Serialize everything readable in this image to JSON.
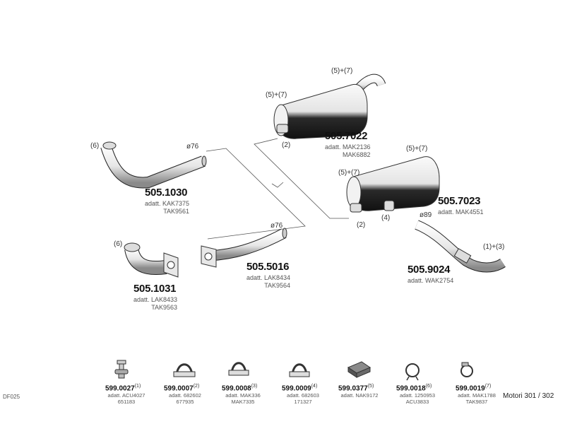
{
  "diagram_code": "DF025",
  "footer_note": "Motori 301 / 302",
  "parts": [
    {
      "number": "505.1030",
      "sub": [
        "adatt. KAK7375",
        "TAK9561"
      ],
      "callouts": [
        "(6)",
        "ø76"
      ]
    },
    {
      "number": "505.1031",
      "sub": [
        "adatt. LAK8433",
        "TAK9563"
      ],
      "callouts": [
        "(6)"
      ]
    },
    {
      "number": "505.5016",
      "sub": [
        "adatt. LAK8434",
        "TAK9564"
      ],
      "callouts": [
        "ø76"
      ]
    },
    {
      "number": "505.7022",
      "sub": [
        "adatt. MAK2136",
        "MAK6882"
      ],
      "callouts": [
        "(5)+(7)",
        "(5)+(7)",
        "(2)"
      ]
    },
    {
      "number": "505.7023",
      "sub": [
        "adatt. MAK4551"
      ],
      "callouts": [
        "(5)+(7)",
        "(5)+(7)",
        "(2)",
        "(4)"
      ]
    },
    {
      "number": "505.9024",
      "sub": [
        "adatt. WAK2754"
      ],
      "callouts": [
        "ø89",
        "(1)+(3)"
      ]
    }
  ],
  "hardware": [
    {
      "number": "599.0027",
      "ref": "(1)",
      "sub": [
        "adatt. ACU4027",
        "651183"
      ],
      "icon": "bolt-icon"
    },
    {
      "number": "599.0007",
      "ref": "(2)",
      "sub": [
        "adatt. 682602",
        "677935"
      ],
      "icon": "u-clamp-icon"
    },
    {
      "number": "599.0008",
      "ref": "(3)",
      "sub": [
        "adatt. MAK336",
        "MAK7335"
      ],
      "icon": "u-clamp-icon"
    },
    {
      "number": "599.0009",
      "ref": "(4)",
      "sub": [
        "adatt. 682603",
        "171327"
      ],
      "icon": "u-clamp-icon"
    },
    {
      "number": "599.0377",
      "ref": "(5)",
      "sub": [
        "adatt. NAK9172"
      ],
      "icon": "rubber-mount-icon"
    },
    {
      "number": "599.0018",
      "ref": "(6)",
      "sub": [
        "adatt. 1250953",
        "ACU3833"
      ],
      "icon": "gasket-ring-icon"
    },
    {
      "number": "599.0019",
      "ref": "(7)",
      "sub": [
        "adatt. MAK1788",
        "TAK9837"
      ],
      "icon": "hose-clamp-icon"
    }
  ],
  "colors": {
    "line": "#444444",
    "part_fill": "#f4f4f4",
    "shadow": "#1a1a1a",
    "text": "#111111"
  }
}
